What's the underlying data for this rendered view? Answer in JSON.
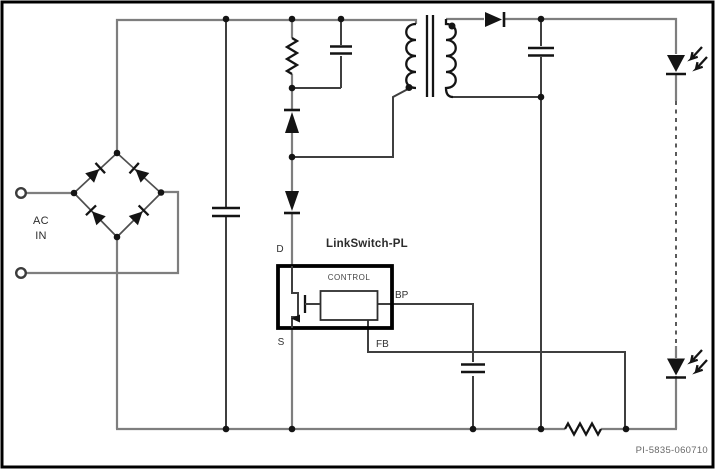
{
  "frame": {
    "part_code": "PI-5835-060710"
  },
  "labels": {
    "ac_line1": "AC",
    "ac_line2": "IN",
    "ic_title": "LinkSwitch-PL",
    "control": "CONTROL",
    "pin_d": "D",
    "pin_s": "S",
    "pin_bp": "BP",
    "pin_fb": "FB"
  },
  "colors": {
    "background": "#ffffff",
    "frame": "#000000",
    "wire_gray": "#7e7e7e",
    "wire_dark": "#3f3f3f",
    "component_black": "#141414",
    "label_text": "#2c2c2c",
    "part_code_text": "#686868"
  },
  "symbols": [
    "ac-input-terminal-icon",
    "bridge-rectifier-icon",
    "bulk-capacitor-icon",
    "clamp-resistor-icon",
    "clamp-capacitor-icon",
    "clamp-diode-icon",
    "series-diode-icon",
    "flyback-transformer-icon",
    "linkswitch-pl-ic-box",
    "mosfet-icon",
    "control-block",
    "bypass-capacitor-icon",
    "output-diode-icon",
    "output-capacitor-icon",
    "led-icon",
    "led-string-dashed-wire",
    "current-sense-resistor-icon"
  ]
}
